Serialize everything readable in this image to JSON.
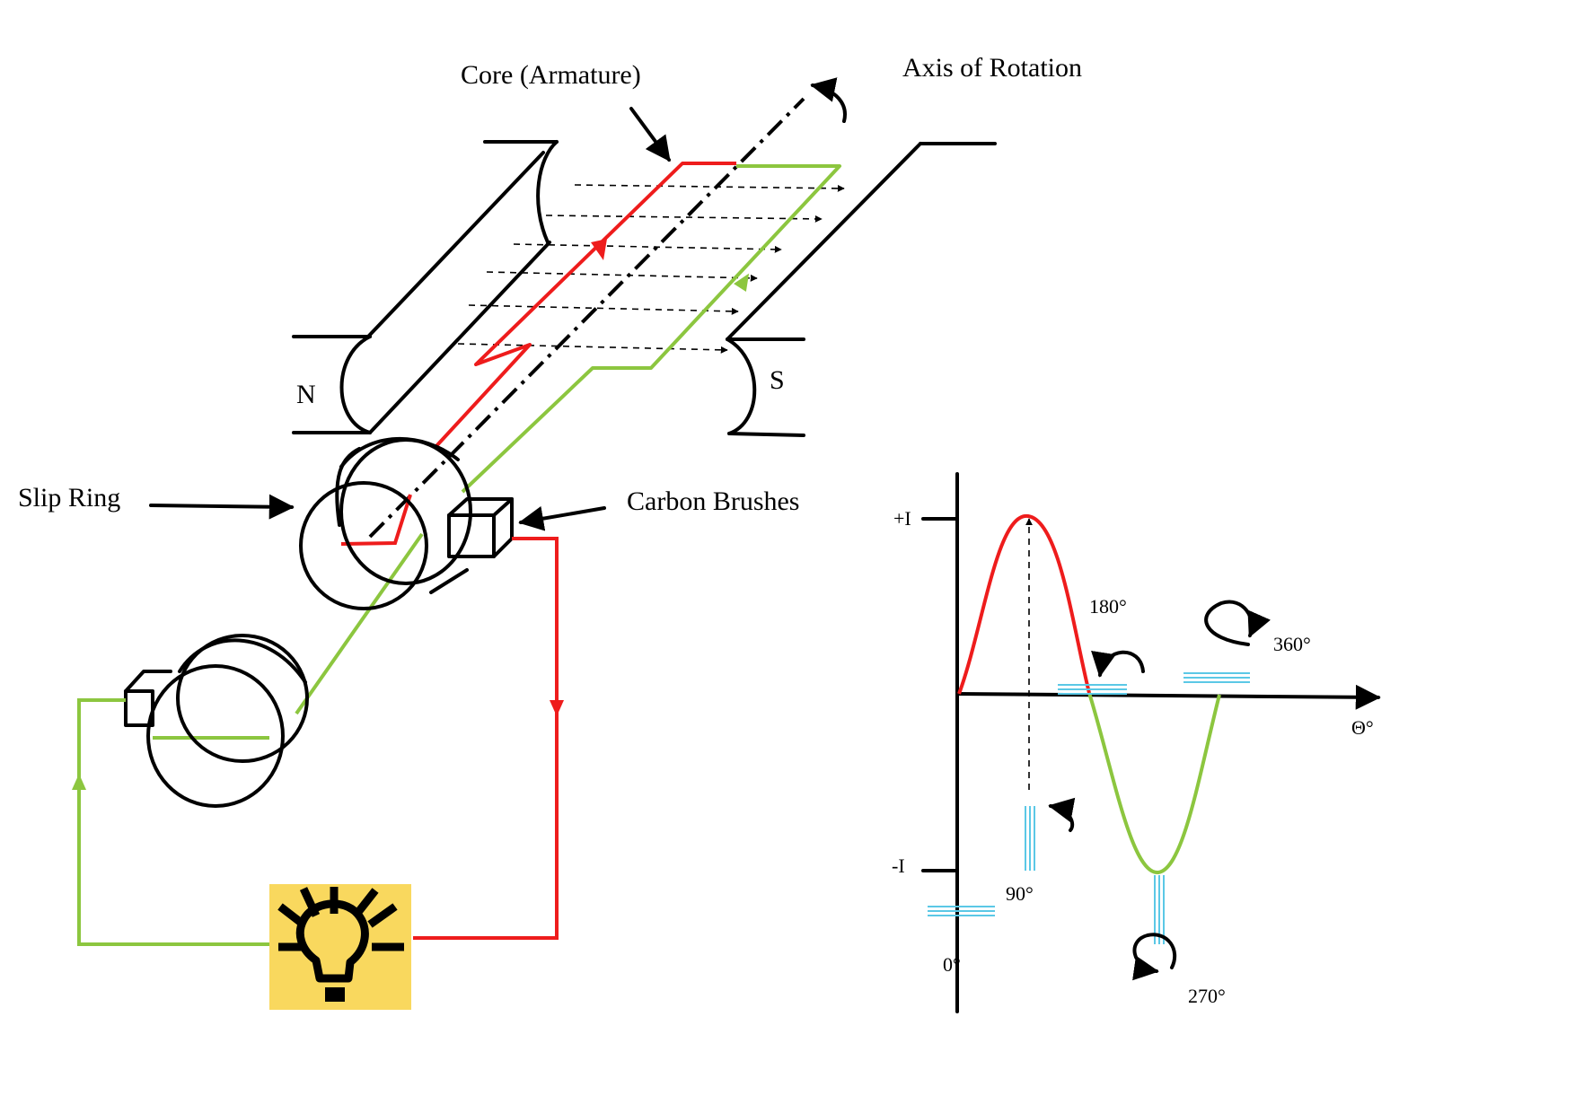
{
  "labels": {
    "core": "Core (Armature)",
    "axis": "Axis of Rotation",
    "north": "N",
    "south": "S",
    "slip_ring": "Slip Ring",
    "carbon_brushes": "Carbon Brushes"
  },
  "graph": {
    "plus_i": "+I",
    "minus_i": "-I",
    "theta": "Θ°",
    "angles": {
      "a0": "0°",
      "a90": "90°",
      "a180": "180°",
      "a270": "270°",
      "a360": "360°"
    }
  },
  "colors": {
    "positive_current": "#ee1c1c",
    "negative_current": "#8cc63f",
    "coil_marker": "#5bc8e6",
    "bulb_background": "#f9d85e"
  },
  "icons": [
    "lamp-bulb-icon",
    "rotation-arrow-icon"
  ]
}
